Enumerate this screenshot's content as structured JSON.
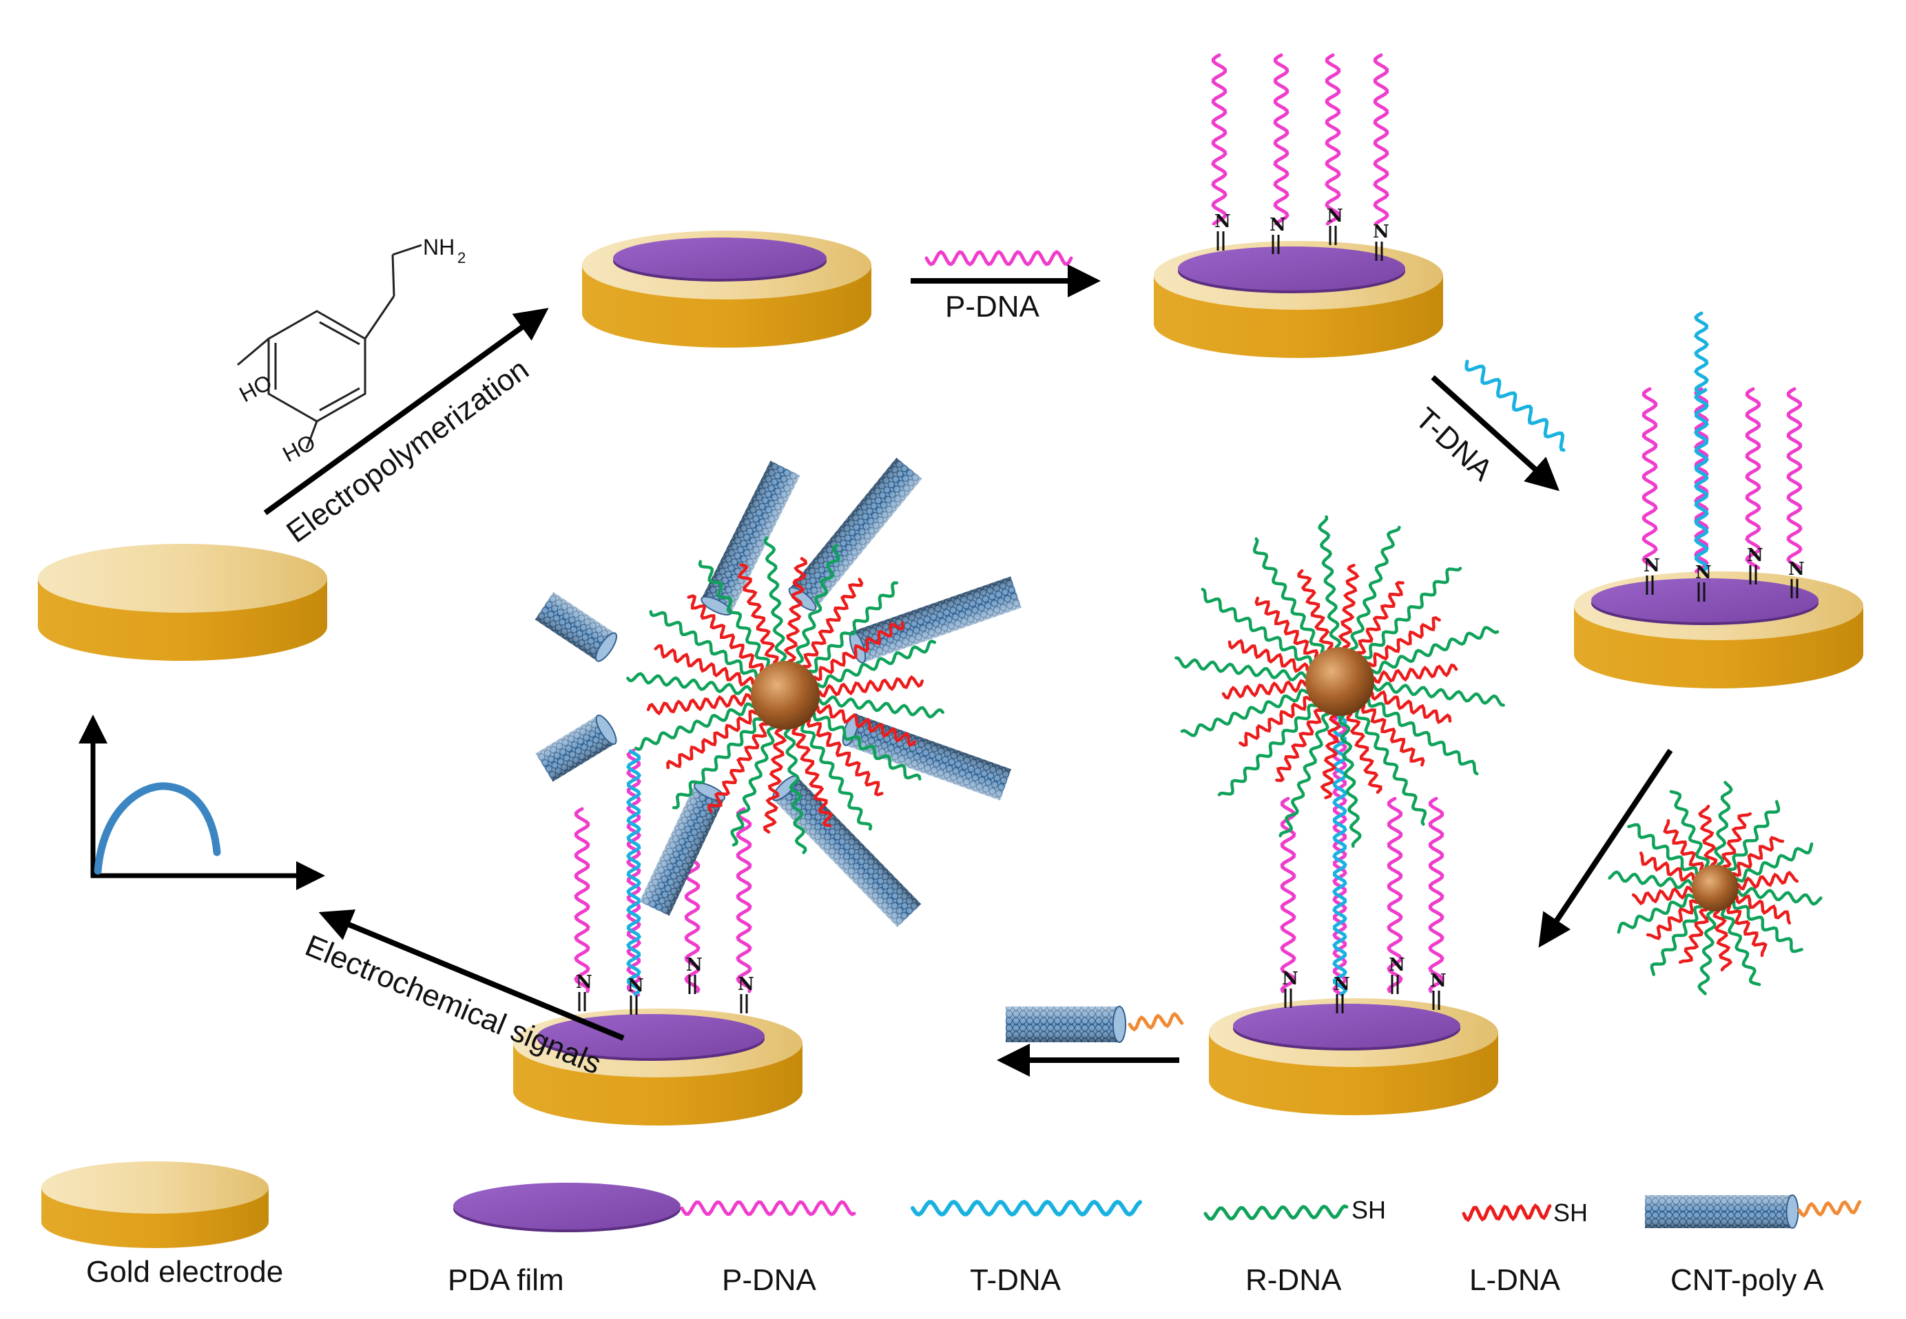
{
  "colors": {
    "gold_top": "#f1dba5",
    "gold_side": "#d99c12",
    "pda": "#8a52b8",
    "p_dna": "#ef3ccd",
    "t_dna": "#19b2e0",
    "r_dna": "#0fa25a",
    "l_dna": "#ec1c1c",
    "poly_a": "#f08a35",
    "cnt": "#5c8fbe",
    "nanoparticle": "#a8622a",
    "arrow": "#000000",
    "signal_curve": "#3b86c2"
  },
  "molecule": {
    "amine_label": "NH",
    "amine_subscript": "2",
    "hydroxyl_top": "HO",
    "hydroxyl_bottom": "HO"
  },
  "steps": {
    "electropolymerization": "Electropolymerization",
    "p_dna": "P-DNA",
    "t_dna": "T-DNA",
    "electrochemical_signals": "Electrochemical signals"
  },
  "linker": {
    "nitrogen": "N",
    "double_bond": "II"
  },
  "thiol": "SH",
  "legend": [
    {
      "id": "gold",
      "label": "Gold electrode"
    },
    {
      "id": "pda",
      "label": "PDA film"
    },
    {
      "id": "pdna",
      "label": "P-DNA"
    },
    {
      "id": "tdna",
      "label": "T-DNA"
    },
    {
      "id": "rdna",
      "label": "R-DNA"
    },
    {
      "id": "ldna",
      "label": "L-DNA"
    },
    {
      "id": "cnt",
      "label": "CNT-poly A"
    }
  ]
}
